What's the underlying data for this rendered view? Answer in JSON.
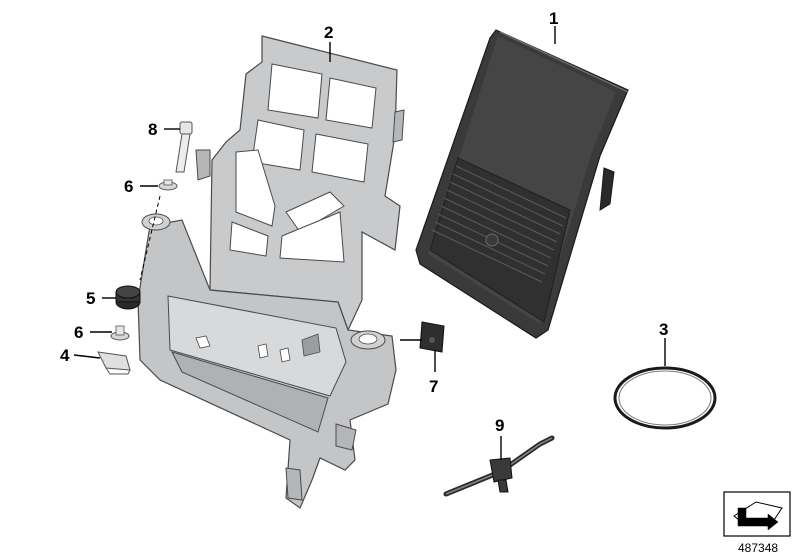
{
  "callouts": {
    "c1": "1",
    "c2": "2",
    "c3": "3",
    "c4": "4",
    "c5": "5",
    "c6a": "6",
    "c6b": "6",
    "c7": "7",
    "c8": "8",
    "c9": "9"
  },
  "reference_number": "487348",
  "parts": [
    {
      "id": "1",
      "icon": "module-cover"
    },
    {
      "id": "2",
      "icon": "mounting-bracket"
    },
    {
      "id": "3",
      "icon": "o-ring"
    },
    {
      "id": "4",
      "icon": "clip"
    },
    {
      "id": "5",
      "icon": "rubber-grommet"
    },
    {
      "id": "6",
      "icon": "washer"
    },
    {
      "id": "7",
      "icon": "holder"
    },
    {
      "id": "8",
      "icon": "bolt"
    },
    {
      "id": "9",
      "icon": "cable-tie"
    }
  ]
}
